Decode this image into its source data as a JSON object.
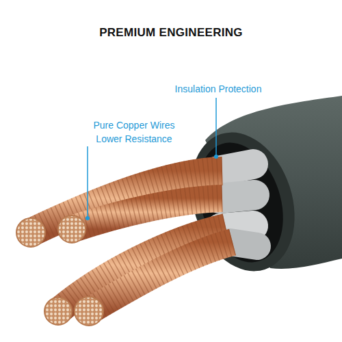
{
  "diagram": {
    "title": "PREMIUM ENGINEERING",
    "labels": [
      "Insulation Protection",
      "Pure Copper Wires Lower Resistance"
    ]
  }
}
